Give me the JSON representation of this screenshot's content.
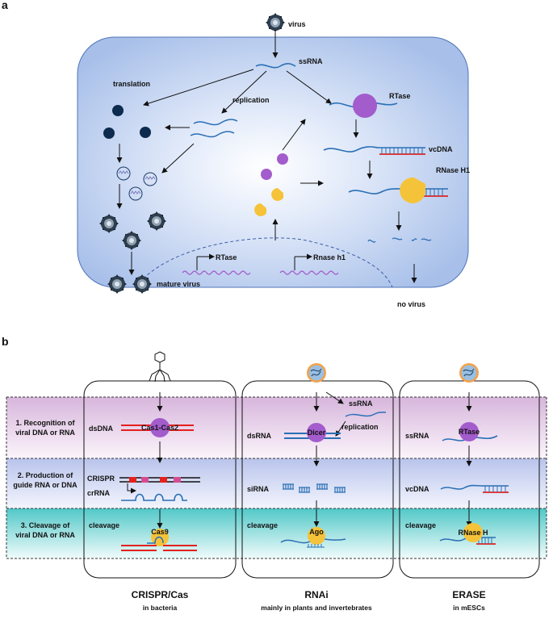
{
  "panel_a": {
    "label": "a",
    "virus_label": "virus",
    "ssrna_label": "ssRNA",
    "translation_label": "translation",
    "replication_label": "replication",
    "rtase_label": "RTase",
    "vcdna_label": "vcDNA",
    "rnaseh1_label": "RNase H1",
    "gene_rtase_label": "RTase",
    "gene_rnaseh1_label": "Rnase h1",
    "mature_virus_label": "mature virus",
    "no_virus_label": "no virus"
  },
  "panel_b": {
    "label": "b",
    "rows": [
      {
        "line1": "1. Recognition of",
        "line2": "viral DNA or RNA"
      },
      {
        "line1": "2. Production of",
        "line2": "guide RNA or DNA"
      },
      {
        "line1": "3. Cleavage of",
        "line2": "viral DNA or RNA"
      }
    ],
    "crispr": {
      "dsdna": "dsDNA",
      "cas12": "Cas1-Cas2",
      "crispr": "CRISPR",
      "crrna": "crRNA",
      "cleavage": "cleavage",
      "cas9": "Cas9",
      "title": "CRISPR/Cas",
      "subtitle": "in bacteria"
    },
    "rnai": {
      "dsrna": "dsRNA",
      "dicer": "Dicer",
      "ssrna": "ssRNA",
      "replication": "replication",
      "sirna": "siRNA",
      "cleavage": "cleavage",
      "ago": "Ago",
      "title": "RNAi",
      "subtitle": "mainly in plants and invertebrates"
    },
    "erase": {
      "ssrna": "ssRNA",
      "rtase": "RTase",
      "vcdna": "vcDNA",
      "cleavage": "cleavage",
      "rnaseh": "RNase H",
      "title": "ERASE",
      "subtitle": "in mESCs"
    }
  },
  "colors": {
    "cell": "#a9c1ea",
    "purple": "#a35ccc",
    "yellow": "#f5c33a",
    "navy": "#0d2a4f",
    "strand": "#2a6fb5",
    "red": "#e4211c"
  }
}
